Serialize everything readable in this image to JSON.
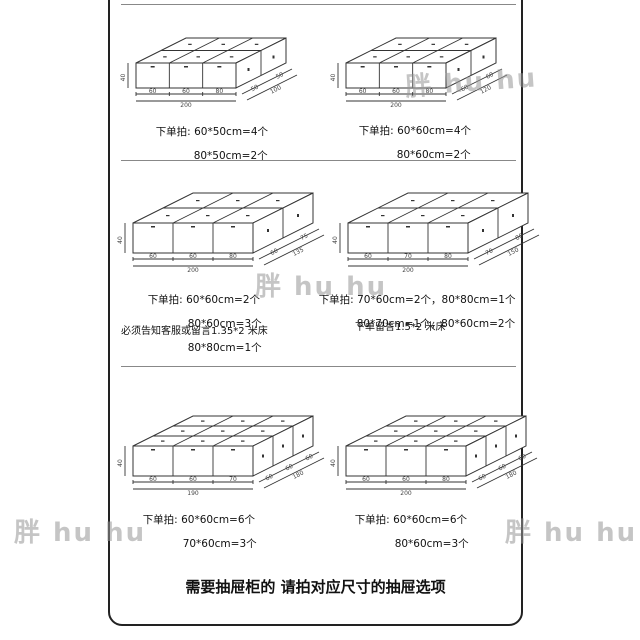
{
  "colors": {
    "line": "#333333",
    "frame": "#222222",
    "watermark": "rgba(150,150,150,0.55)"
  },
  "watermark": "胖 hu hu",
  "footer": "需要抽屉柜的 请拍对应尺寸的抽屉选项",
  "configs": [
    {
      "prefix": "下单拍:",
      "lines": [
        "60*50cm=4个",
        "80*50cm=2个"
      ],
      "note": "",
      "dims": {
        "front": [
          "60",
          "60",
          "80"
        ],
        "total": "200",
        "depth": [
          "50",
          "50"
        ],
        "height": "40",
        "depth_total": "100"
      }
    },
    {
      "prefix": "下单拍:",
      "lines": [
        "60*60cm=4个",
        "80*60cm=2个"
      ],
      "note": "",
      "dims": {
        "front": [
          "60",
          "60",
          "80"
        ],
        "total": "200",
        "depth": [
          "60",
          "60"
        ],
        "height": "40",
        "depth_total": "120"
      }
    },
    {
      "prefix": "下单拍:",
      "lines": [
        "60*60cm=2个",
        "80*60cm=3个",
        "80*80cm=1个"
      ],
      "note": "必须告知客服或留言1.35*2 米床",
      "dims": {
        "front": [
          "60",
          "60",
          "80"
        ],
        "total": "200",
        "depth": [
          "60",
          "75"
        ],
        "height": "40",
        "depth_total": "135"
      }
    },
    {
      "prefix": "下单拍:",
      "lines": [
        "70*60cm=2个，80*80cm=1个",
        "80*70cm=1个，80*60cm=2个"
      ],
      "note": "下单留言1.5*2 米床",
      "dims": {
        "front": [
          "60",
          "70",
          "80"
        ],
        "total": "200",
        "depth": [
          "70",
          "80"
        ],
        "height": "40",
        "depth_total": "150"
      }
    },
    {
      "prefix": "下单拍:",
      "lines": [
        "60*60cm=6个",
        "70*60cm=3个"
      ],
      "note": "",
      "dims": {
        "front": [
          "60",
          "60",
          "70"
        ],
        "total": "190",
        "depth": [
          "60",
          "60",
          "60"
        ],
        "height": "40",
        "depth_total": "180"
      }
    },
    {
      "prefix": "下单拍:",
      "lines": [
        "60*60cm=6个",
        "80*60cm=3个"
      ],
      "note": "",
      "dims": {
        "front": [
          "60",
          "60",
          "80"
        ],
        "total": "200",
        "depth": [
          "60",
          "60",
          "60"
        ],
        "height": "40",
        "depth_total": "180"
      }
    }
  ]
}
